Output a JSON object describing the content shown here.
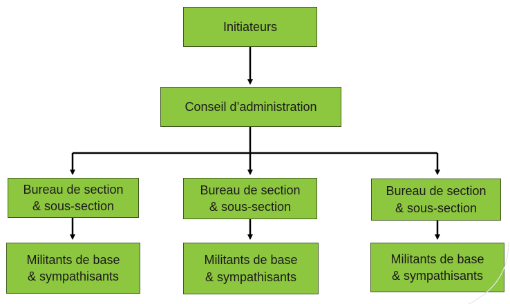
{
  "colors": {
    "box_fill": "#8dc63f",
    "box_border": "#3d5a1e",
    "connector": "#000000"
  },
  "org_chart": {
    "root": {
      "label": "Initiateurs"
    },
    "board": {
      "label": "Conseil d’administration"
    },
    "branches": [
      {
        "bureau": {
          "line1": "Bureau de section",
          "line2": "& sous-section"
        },
        "members": {
          "line1": "Militants de base",
          "line2": "& sympathisants"
        }
      },
      {
        "bureau": {
          "line1": "Bureau de section",
          "line2": "& sous-section"
        },
        "members": {
          "line1": "Militants de base",
          "line2": "& sympathisants"
        }
      },
      {
        "bureau": {
          "line1": "Bureau de section",
          "line2": "& sous-section"
        },
        "members": {
          "line1": "Militants de base",
          "line2": "& sympathisants"
        }
      }
    ]
  }
}
